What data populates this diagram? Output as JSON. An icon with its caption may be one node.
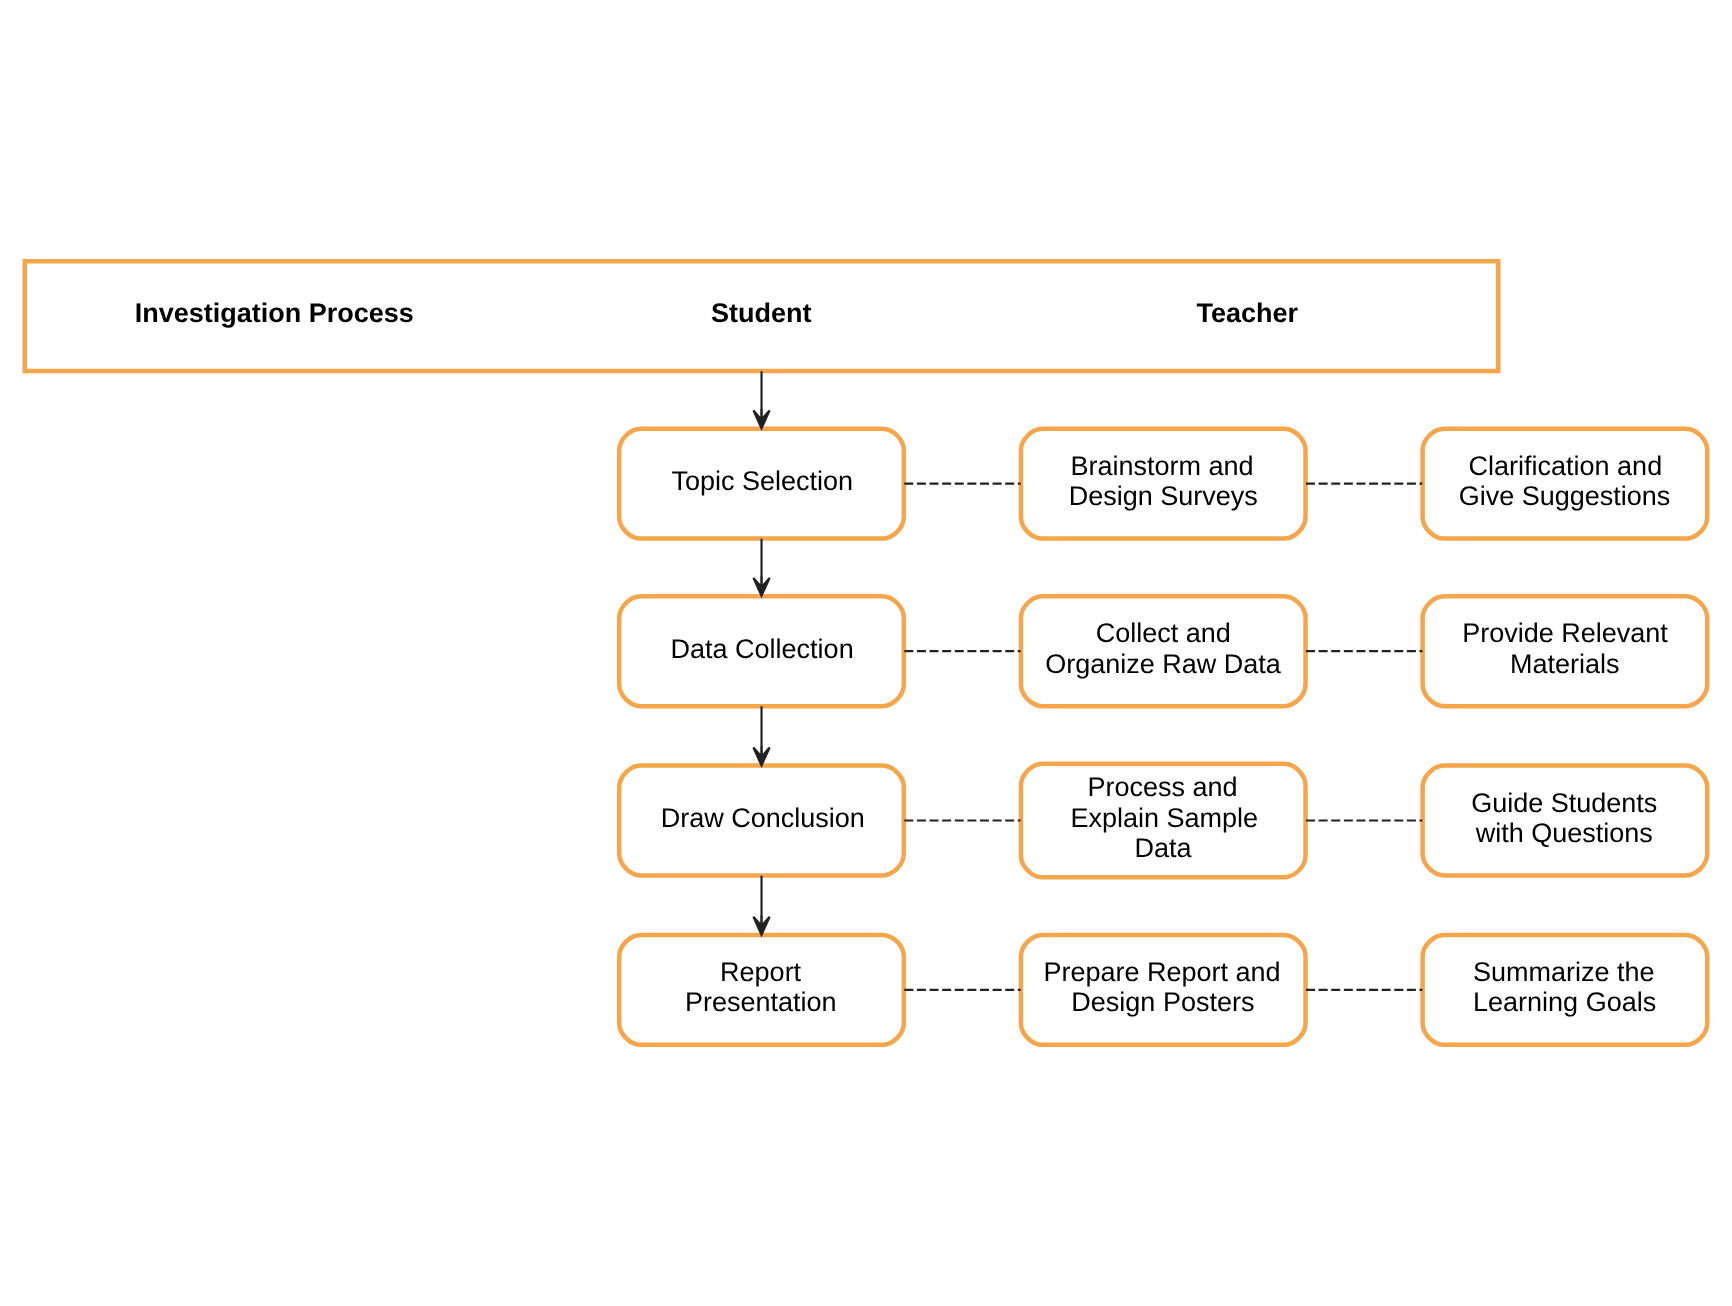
{
  "diagram": {
    "nodes": [
      {
        "text": [
          "Investigation Process",
          "Student",
          "Teacher"
        ]
      },
      {
        "text": [
          "Topic Selection"
        ]
      },
      {
        "text": [
          "Brainstorm and Design Surveys"
        ]
      },
      {
        "text": [
          "Clarification and Give Suggestions"
        ]
      },
      {
        "text": [
          "Data Collection"
        ]
      },
      {
        "text": [
          "Collect and Organize Raw Data"
        ]
      },
      {
        "text": [
          "Provide Relevant Materials"
        ]
      },
      {
        "text": [
          "Draw Conclusion"
        ]
      },
      {
        "text": [
          "Process and Explain Sample Data"
        ]
      },
      {
        "text": [
          "Guide Students with Questions"
        ]
      },
      {
        "text": [
          "Report Presentation"
        ]
      },
      {
        "text": [
          "Prepare Report and Design Posters"
        ]
      },
      {
        "text": [
          "Summarize the Learning Goals"
        ]
      }
    ],
    "edges": [
      {
        "from": 0,
        "to": 1,
        "arrow": "to"
      },
      {
        "from": 1,
        "to": 2,
        "arrow": "none",
        "style": "dashed"
      },
      {
        "from": 2,
        "to": 3,
        "arrow": "none",
        "style": "dashed"
      },
      {
        "from": 1,
        "to": 4,
        "arrow": "to"
      },
      {
        "from": 4,
        "to": 5,
        "arrow": "none",
        "style": "dashed"
      },
      {
        "from": 5,
        "to": 6,
        "arrow": "none",
        "style": "dashed"
      },
      {
        "from": 4,
        "to": 7,
        "arrow": "to"
      },
      {
        "from": 7,
        "to": 8,
        "arrow": "none",
        "style": "dashed"
      },
      {
        "from": 8,
        "to": 9,
        "arrow": "none",
        "style": "dashed"
      },
      {
        "from": 7,
        "to": 10,
        "arrow": "to"
      },
      {
        "from": 10,
        "to": 11,
        "arrow": "none",
        "style": "dashed"
      },
      {
        "from": 11,
        "to": 12,
        "arrow": "none",
        "style": "dashed"
      }
    ]
  }
}
